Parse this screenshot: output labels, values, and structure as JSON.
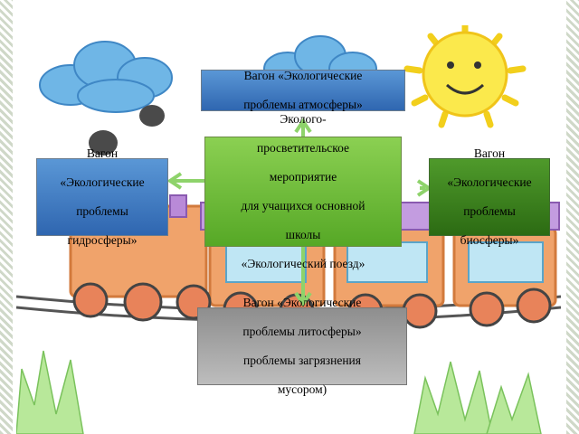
{
  "diagram": {
    "center": {
      "lines": [
        "Эколого-",
        "просветительское",
        "мероприятие",
        "для учащихся основной",
        "школы",
        "«Экологический  поезд»"
      ]
    },
    "atmosphere": {
      "lines": [
        "Вагон «Экологические",
        "проблемы атмосферы»"
      ]
    },
    "hydrosphere": {
      "lines": [
        "Вагон",
        "«Экологические",
        "проблемы",
        "гидросферы»"
      ]
    },
    "biosphere": {
      "lines": [
        "Вагон",
        "«Экологические",
        "проблемы",
        "биосферы»"
      ]
    },
    "lithosphere": {
      "lines": [
        "Вагон «Экологические",
        "проблемы литосферы»",
        "проблемы загрязнения",
        "мусором)"
      ]
    }
  },
  "colors": {
    "blue_box": "#3f7cc4",
    "green_box": "#6cbc3b",
    "dark_green_box": "#3d7d1f",
    "gray_box": "#a6a6a6",
    "arrow": "#8ed36b"
  }
}
